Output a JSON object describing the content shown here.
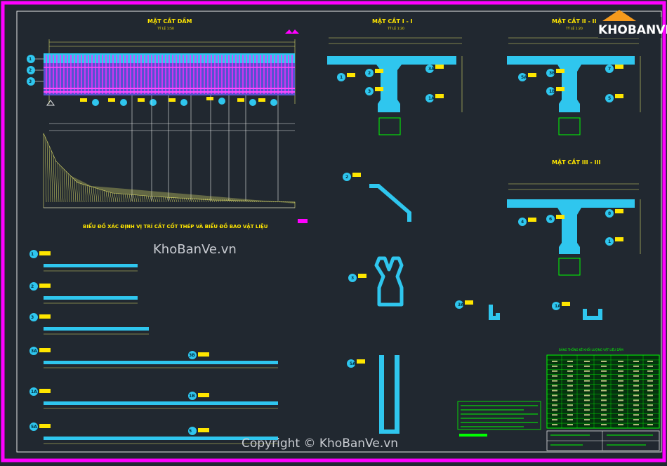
{
  "drawing": {
    "beam_elevation": {
      "title": "MẶT CẮT DẦM",
      "scale": "TỶ LỆ 1:50"
    },
    "section_1": {
      "title": "MẶT CẮT I - I",
      "scale": "TỶ LỆ 1:20"
    },
    "section_2": {
      "title": "MẶT CẮT II - II",
      "scale": "TỶ LỆ 1:20"
    },
    "section_3": {
      "title": "MẶT CẮT III - III"
    },
    "diagram_title": "BIỂU ĐỒ XÁC ĐỊNH VỊ TRÍ CẮT CỐT THÉP VÀ BIỂU ĐỒ BAO VẬT LIỆU",
    "table_title": "BẢNG THỐNG KÊ KHỐI LƯỢNG VẬT LIỆU DẦM",
    "table_rows": 14,
    "rebar_labels": [
      "1",
      "2",
      "3",
      "3A",
      "1A",
      "5A",
      "3B",
      "1B",
      "7",
      "5",
      "4",
      "6",
      "8"
    ]
  },
  "watermark": {
    "center": "KhoBanVe.vn",
    "bottom": "Copyright © KhoBanVe.vn"
  },
  "logo": {
    "text": "KHOBANVE"
  },
  "colors": {
    "background": "#212830",
    "border": "#ff00ff",
    "concrete": "#2fc6ee",
    "rebar": "#f000ff",
    "text": "#ffe600",
    "dimension": "#dcdc6a",
    "table": "#00ff00",
    "logo_orange": "#f59a1c"
  }
}
